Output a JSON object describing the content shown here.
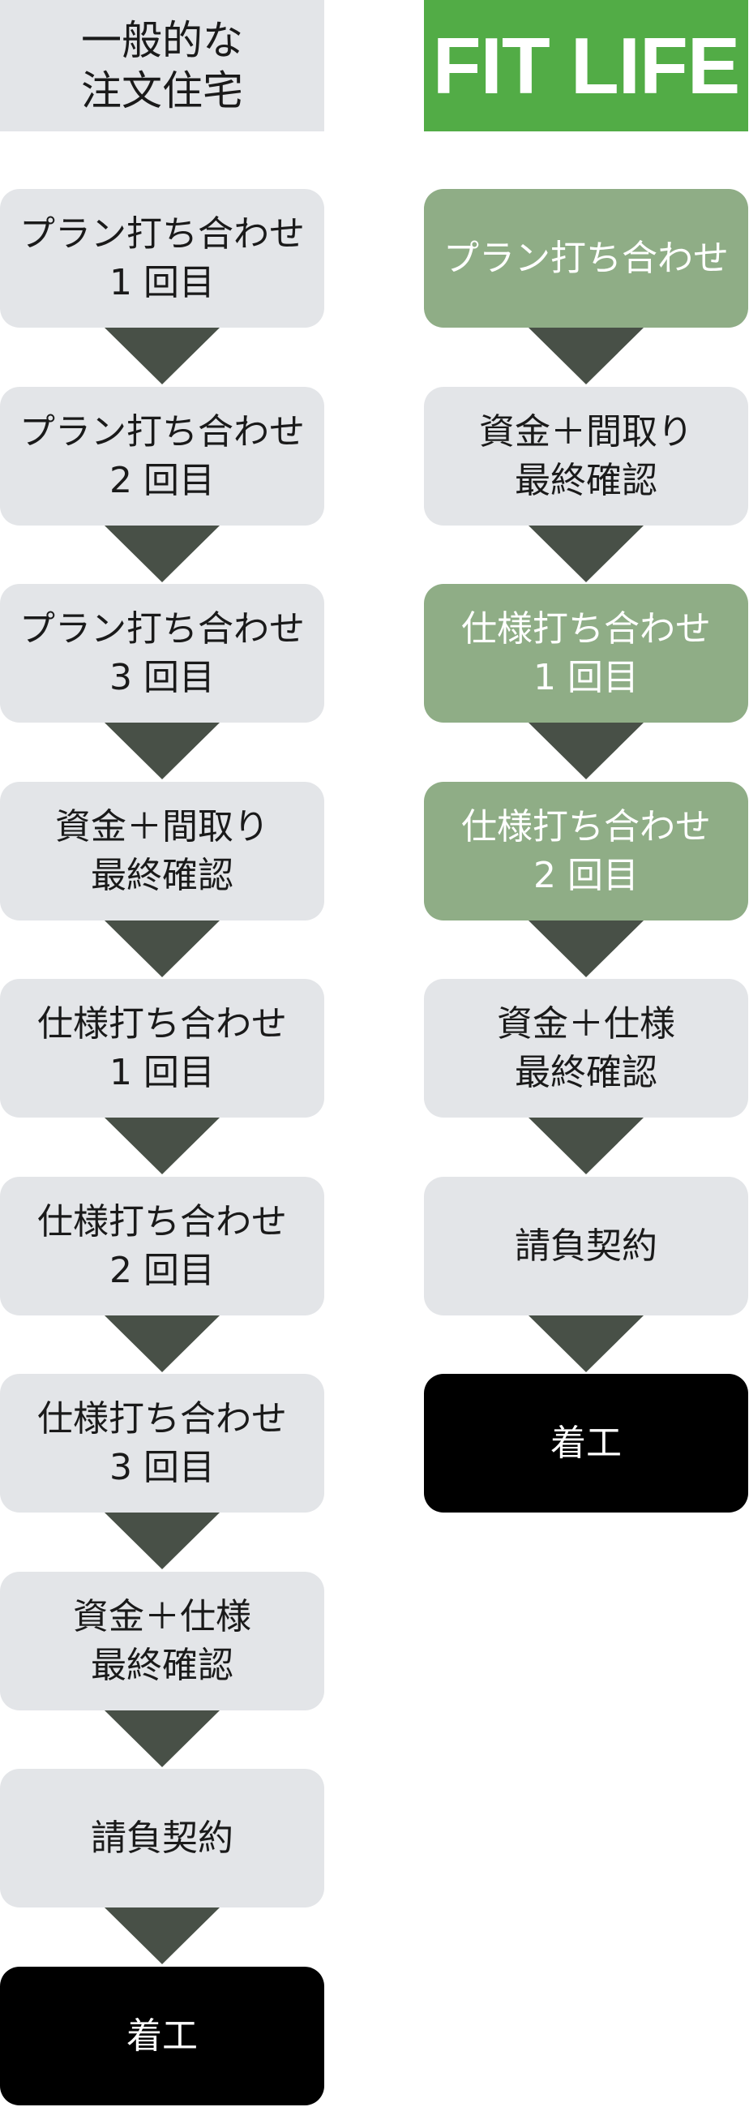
{
  "left_column": {
    "header": "一般的な\n注文住宅",
    "steps": [
      {
        "label": "プラン打ち合わせ\n1 回目",
        "style": "gray"
      },
      {
        "label": "プラン打ち合わせ\n2 回目",
        "style": "gray"
      },
      {
        "label": "プラン打ち合わせ\n3 回目",
        "style": "gray"
      },
      {
        "label": "資金＋間取り\n最終確認",
        "style": "gray"
      },
      {
        "label": "仕様打ち合わせ\n1 回目",
        "style": "gray"
      },
      {
        "label": "仕様打ち合わせ\n2 回目",
        "style": "gray"
      },
      {
        "label": "仕様打ち合わせ\n3 回目",
        "style": "gray"
      },
      {
        "label": "資金＋仕様\n最終確認",
        "style": "gray"
      },
      {
        "label": "請負契約",
        "style": "gray"
      },
      {
        "label": "着工",
        "style": "black"
      }
    ]
  },
  "right_column": {
    "header": "FIT LIFE",
    "steps": [
      {
        "label": "プラン打ち合わせ",
        "style": "green"
      },
      {
        "label": "資金＋間取り\n最終確認",
        "style": "gray"
      },
      {
        "label": "仕様打ち合わせ\n1 回目",
        "style": "green"
      },
      {
        "label": "仕様打ち合わせ\n2 回目",
        "style": "green"
      },
      {
        "label": "資金＋仕様\n最終確認",
        "style": "gray"
      },
      {
        "label": "請負契約",
        "style": "gray"
      },
      {
        "label": "着工",
        "style": "black"
      }
    ]
  },
  "colors": {
    "step_gray": "#e3e5e8",
    "step_green": "#8fad86",
    "step_black": "#000000",
    "header_green": "#52ac46",
    "arrow": "#485047"
  }
}
